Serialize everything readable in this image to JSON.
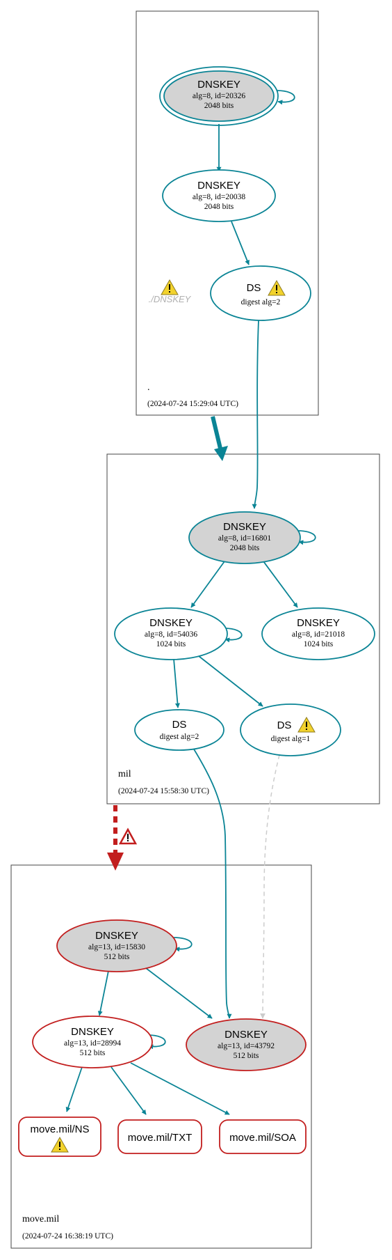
{
  "zones": {
    "root": {
      "name": ".",
      "timestamp": "(2024-07-24 15:29:04 UTC)",
      "ghost_label": "./DNSKEY"
    },
    "mil": {
      "name": "mil",
      "timestamp": "(2024-07-24 15:58:30 UTC)"
    },
    "move_mil": {
      "name": "move.mil",
      "timestamp": "(2024-07-24 16:38:19 UTC)"
    }
  },
  "nodes": {
    "root_ksk": {
      "title": "DNSKEY",
      "line1": "alg=8, id=20326",
      "line2": "2048 bits"
    },
    "root_zsk": {
      "title": "DNSKEY",
      "line1": "alg=8, id=20038",
      "line2": "2048 bits"
    },
    "root_ds": {
      "title": "DS",
      "line1": "digest alg=2"
    },
    "mil_ksk": {
      "title": "DNSKEY",
      "line1": "alg=8, id=16801",
      "line2": "2048 bits"
    },
    "mil_zsk1": {
      "title": "DNSKEY",
      "line1": "alg=8, id=54036",
      "line2": "1024 bits"
    },
    "mil_zsk2": {
      "title": "DNSKEY",
      "line1": "alg=8, id=21018",
      "line2": "1024 bits"
    },
    "mil_ds2": {
      "title": "DS",
      "line1": "digest alg=2"
    },
    "mil_ds1": {
      "title": "DS",
      "line1": "digest alg=1"
    },
    "move_ksk": {
      "title": "DNSKEY",
      "line1": "alg=13, id=15830",
      "line2": "512 bits"
    },
    "move_zsk": {
      "title": "DNSKEY",
      "line1": "alg=13, id=28994",
      "line2": "512 bits"
    },
    "move_key3": {
      "title": "DNSKEY",
      "line1": "alg=13, id=43792",
      "line2": "512 bits"
    }
  },
  "rrsets": {
    "ns": "move.mil/NS",
    "txt": "move.mil/TXT",
    "soa": "move.mil/SOA"
  },
  "colors": {
    "teal": "#0a8495",
    "red_border": "#c21e1e",
    "key_fill": "#d3d3d3",
    "dashed_gray": "#c8c8c8",
    "warning_fill": "#f2d22c"
  }
}
